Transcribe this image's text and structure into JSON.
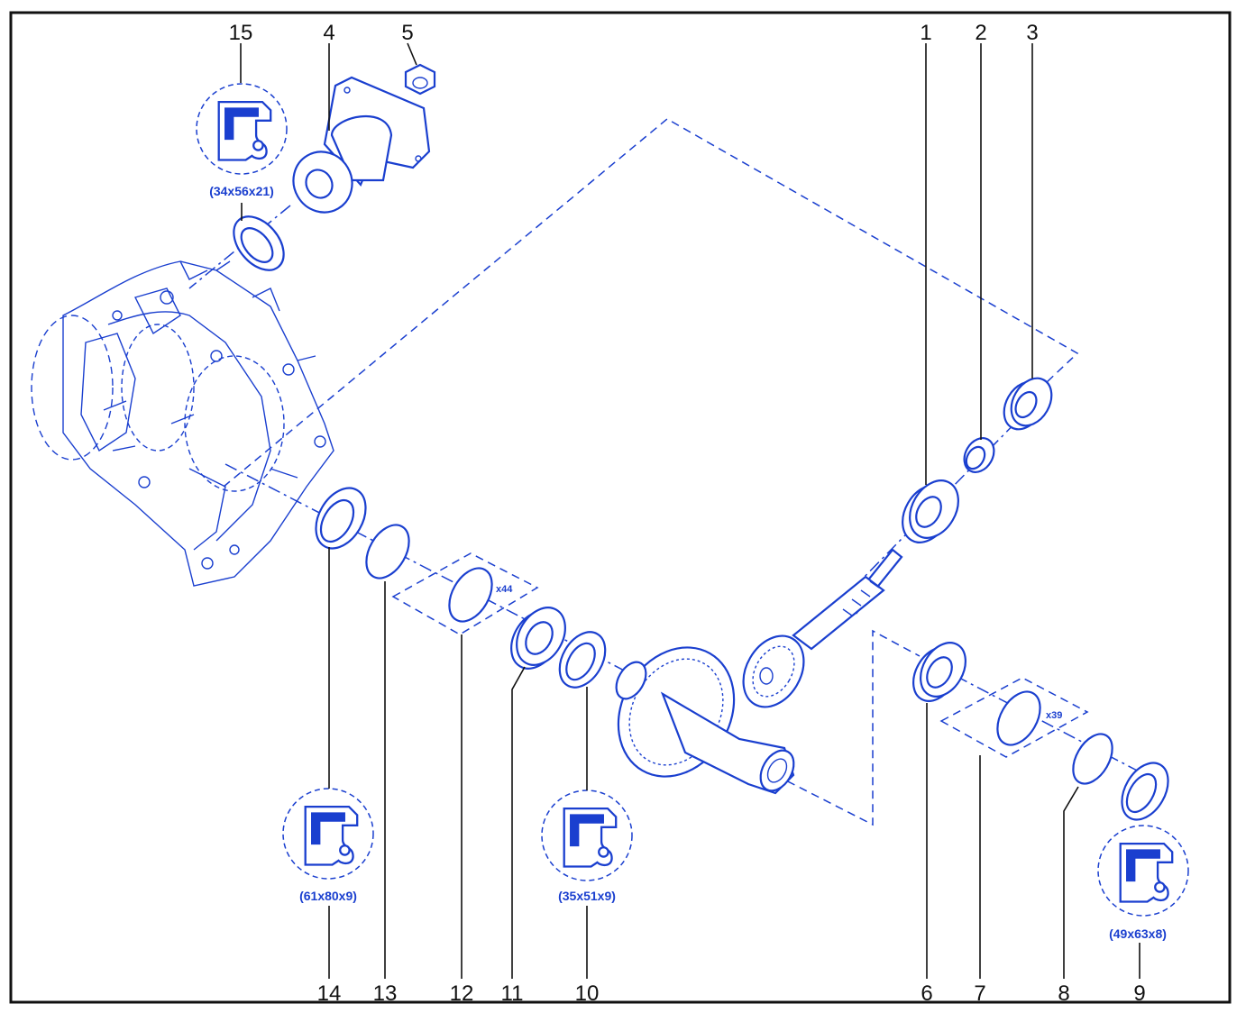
{
  "colors": {
    "ink": "#1a3fcf",
    "label": "#111111",
    "frame": "#111111",
    "background": "#ffffff"
  },
  "callouts": {
    "n1": "1",
    "n2": "2",
    "n3": "3",
    "n4": "4",
    "n5": "5",
    "n6": "6",
    "n7": "7",
    "n8": "8",
    "n9": "9",
    "n10": "10",
    "n11": "11",
    "n12": "12",
    "n13": "13",
    "n14": "14",
    "n15": "15"
  },
  "seal_sizes": {
    "s15": "(34x56x21)",
    "s14": "(61x80x9)",
    "s10": "(35x51x9)",
    "s9": "(49x63x8)"
  },
  "quantities": {
    "q12": "x44",
    "q7": "x39"
  },
  "icons": [
    "seal-section-icon"
  ]
}
